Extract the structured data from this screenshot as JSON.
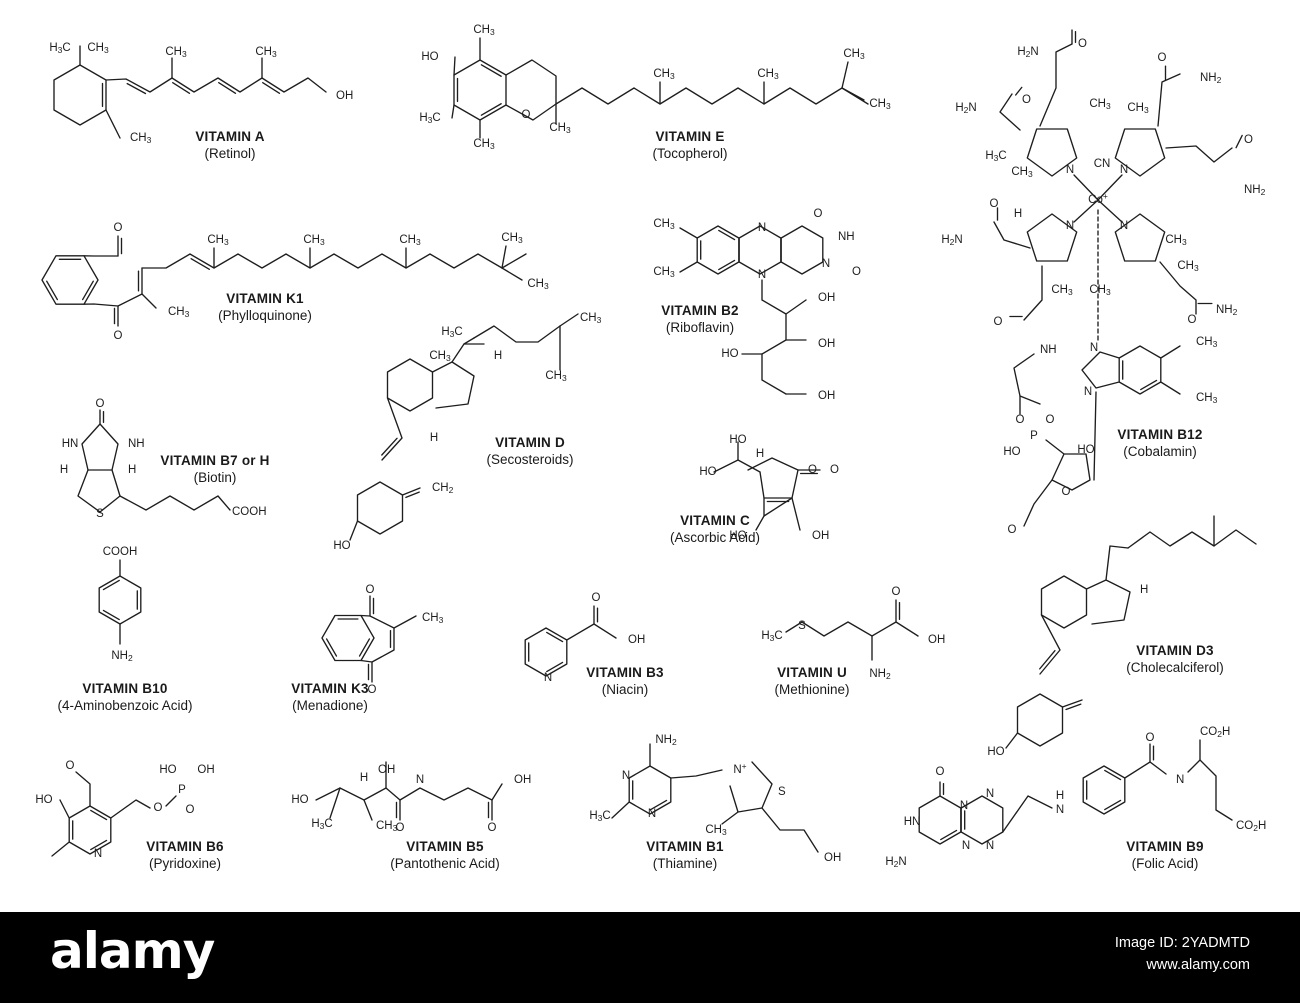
{
  "vitamins": {
    "a": {
      "name": "VITAMIN A",
      "sub": "(Retinol)"
    },
    "e": {
      "name": "VITAMIN E",
      "sub": "(Tocopherol)"
    },
    "b12": {
      "name": "VITAMIN B12",
      "sub": "(Cobalamin)"
    },
    "k1": {
      "name": "VITAMIN K1",
      "sub": "(Phylloquinone)"
    },
    "b2": {
      "name": "VITAMIN B2",
      "sub": "(Riboflavin)"
    },
    "b7": {
      "name": "VITAMIN B7 or H",
      "sub": "(Biotin)"
    },
    "d": {
      "name": "VITAMIN D",
      "sub": "(Secosteroids)"
    },
    "c": {
      "name": "VITAMIN C",
      "sub": "(Ascorbic Acid)"
    },
    "b10": {
      "name": "VITAMIN B10",
      "sub": "(4-Aminobenzoic Acid)"
    },
    "k3": {
      "name": "VITAMIN K3",
      "sub": "(Menadione)"
    },
    "b3": {
      "name": "VITAMIN B3",
      "sub": "(Niacin)"
    },
    "u": {
      "name": "VITAMIN U",
      "sub": "(Methionine)"
    },
    "d3": {
      "name": "VITAMIN D3",
      "sub": "(Cholecalciferol)"
    },
    "b6": {
      "name": "VITAMIN B6",
      "sub": "(Pyridoxine)"
    },
    "b5": {
      "name": "VITAMIN B5",
      "sub": "(Pantothenic Acid)"
    },
    "b1": {
      "name": "VITAMIN B1",
      "sub": "(Thiamine)"
    },
    "b9": {
      "name": "VITAMIN B9",
      "sub": "(Folic Acid)"
    }
  },
  "atoms": {
    "a_ch3_1": "H3C",
    "a_ch3_2": "CH3",
    "a_ch3_3": "CH3",
    "a_ch3_4": "CH3",
    "a_ch3_5": "CH3",
    "a_oh": "OH",
    "e_ho": "HO",
    "e_ch3_top": "CH3",
    "e_h3c": "H3C",
    "e_ch3_bot": "CH3",
    "e_o": "O",
    "e_ch3_ring": "CH3",
    "e_ch3_m1": "CH3",
    "e_ch3_m2": "CH3",
    "e_ch3_m3": "CH3",
    "e_ch3_m4": "CH3",
    "k1_o1": "O",
    "k1_o2": "O",
    "k1_ch3_ring": "CH3",
    "k1_ch3_1": "CH3",
    "k1_ch3_2": "CH3",
    "k1_ch3_3": "CH3",
    "k1_ch3_4": "CH3",
    "k1_ch3_5": "CH3",
    "b2_ch3_1": "CH3",
    "b2_ch3_2": "CH3",
    "b2_n1": "N",
    "b2_n2": "N",
    "b2_n3": "N",
    "b2_nh": "NH",
    "b2_o1": "O",
    "b2_o2": "O",
    "b2_oh1": "OH",
    "b2_ho": "HO",
    "b2_oh2": "OH",
    "b2_oh3": "OH",
    "b7_o": "O",
    "b7_hn": "HN",
    "b7_nh": "NH",
    "b7_h1": "H",
    "b7_h2": "H",
    "b7_s": "S",
    "b7_cooh": "COOH",
    "d_h3c": "H3C",
    "d_ch3_1": "CH3",
    "d_ch3_2": "CH3",
    "d_ch3_3": "CH3",
    "d_h1": "H",
    "d_h2": "H",
    "d_ch2": "CH2",
    "d_ho": "HO",
    "c_ho1": "HO",
    "c_ho2": "HO",
    "c_h": "H",
    "c_o_ring": "O",
    "c_o": "O",
    "c_ho3": "HO",
    "c_oh": "OH",
    "b10_cooh": "COOH",
    "b10_nh2": "NH2",
    "k3_o1": "O",
    "k3_o2": "O",
    "k3_ch3": "CH3",
    "b3_o": "O",
    "b3_oh": "OH",
    "b3_n": "N",
    "u_h3c": "H3C",
    "u_s": "S",
    "u_o": "O",
    "u_oh": "OH",
    "u_nh2": "NH2",
    "d3_h": "H",
    "d3_ho": "HO",
    "b6_o": "O",
    "b6_ho": "HO",
    "b6_n": "N",
    "b6_o2": "O",
    "b6_p": "P",
    "b6_ho2": "HO",
    "b6_oh": "OH",
    "b6_o3": "O",
    "b5_oh": "OH",
    "b5_ho": "HO",
    "b5_h3c": "H3C",
    "b5_ch3": "CH3",
    "b5_h": "H",
    "b5_n": "N",
    "b5_o": "O",
    "b5_o2": "O",
    "b5_oh2": "OH",
    "b1_nh2": "NH2",
    "b1_n1": "N",
    "b1_n2": "N",
    "b1_h3c": "H3C",
    "b1_nplus": "N+",
    "b1_s": "S",
    "b1_ch3": "CH3",
    "b1_oh": "OH",
    "b9_o": "O",
    "b9_hn": "HN",
    "b9_h2n": "H2N",
    "b9_n1": "N",
    "b9_n2": "N",
    "b9_n3": "N",
    "b9_n4": "N",
    "b9_h": "H",
    "b9_o2": "O",
    "b9_nh": "N",
    "b9_h2": "H",
    "b9_co2h1": "CO2H",
    "b9_co2h2": "CO2H",
    "b12_h2n1": "H2N",
    "b12_o1": "O",
    "b12_nh2_1": "NH2",
    "b12_o2": "O",
    "b12_h2n2": "H2N",
    "b12_o3": "O",
    "b12_o4": "O",
    "b12_nh2_2": "NH2",
    "b12_ch3_1": "CH3",
    "b12_ch3_2": "CH3",
    "b12_h3c": "H3C",
    "b12_ch3_3": "CH3",
    "b12_n1": "N",
    "b12_n2": "N",
    "b12_n3": "N",
    "b12_n4": "N",
    "b12_cn": "CN",
    "b12_co": "Co+",
    "b12_h": "H",
    "b12_o5": "O",
    "b12_h2n3": "H2N",
    "b12_ch3_4": "CH3",
    "b12_ch3_5": "CH3",
    "b12_ch3_6": "CH3",
    "b12_ch3_7": "CH3",
    "b12_o6": "O",
    "b12_nh2_3": "NH2",
    "b12_o7": "O",
    "b12_nh": "NH",
    "b12_o8": "O",
    "b12_p": "P",
    "b12_o9": "O",
    "b12_ho": "HO",
    "b12_o10": "O",
    "b12_o11": "O",
    "b12_ho2": "HO",
    "b12_n5": "N",
    "b12_n6": "N",
    "b12_ch3_8": "CH3",
    "b12_ch3_9": "CH3"
  },
  "footer": {
    "brand": "alamy",
    "image_id_line": "Image ID: 2YADMTD",
    "site": "www.alamy.com"
  }
}
